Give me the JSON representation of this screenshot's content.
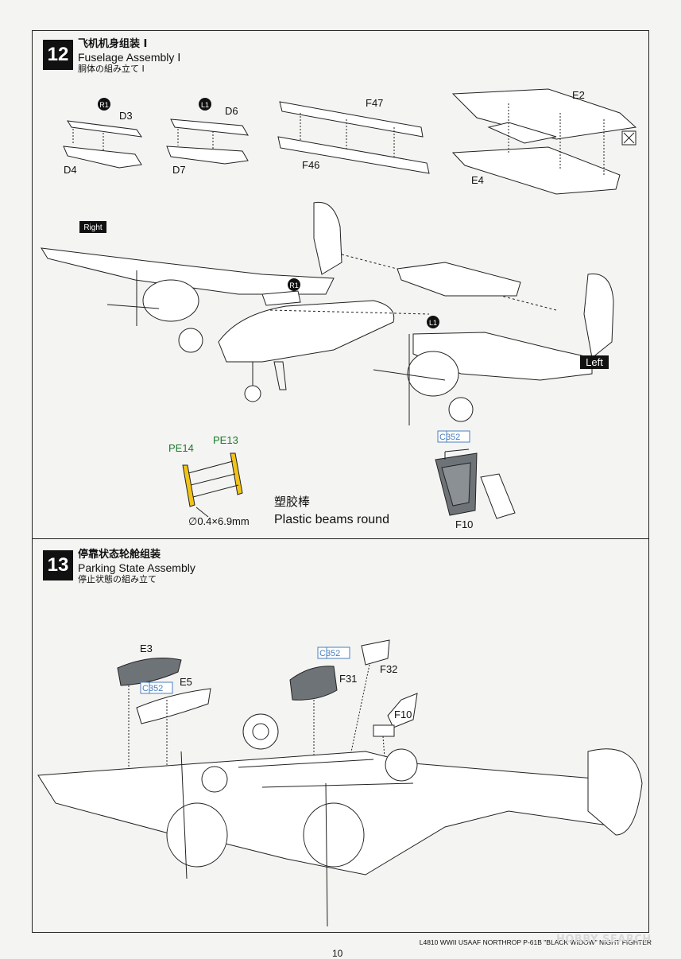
{
  "steps": [
    {
      "number": "12",
      "title_zh": "飞机机身组装 Ⅰ",
      "title_en": "Fuselage Assembly Ⅰ",
      "title_ja": "胴体の組み立て Ⅰ"
    },
    {
      "number": "13",
      "title_zh": "停靠状态轮舱组装",
      "title_en": "Parking State Assembly",
      "title_ja": "停止状態の組み立て"
    }
  ],
  "step12": {
    "parts": {
      "d3": "D3",
      "d4": "D4",
      "d6": "D6",
      "d7": "D7",
      "f47": "F47",
      "f46": "F46",
      "e2": "E2",
      "e4": "E4",
      "pe14": "PE14",
      "pe13": "PE13",
      "f10": "F10"
    },
    "markers": {
      "r1": "R1",
      "l1": "L1"
    },
    "side_right": "Right",
    "side_left": "Left",
    "color_code": "C352",
    "beam_size": "∅0.4×6.9mm",
    "beam_zh": "塑胶棒",
    "beam_en": "Plastic beams round"
  },
  "step13": {
    "parts": {
      "e3": "E3",
      "e5": "E5",
      "f31": "F31",
      "f32": "F32",
      "f10": "F10"
    },
    "color_code": "C352"
  },
  "footer": "L4810  WWII USAAF NORTHROP P-61B \"BLACK WIDOW\" NIGHT FIGHTER",
  "watermark": "HOBBY SEARCH",
  "page_number": "10",
  "colors": {
    "accent_blue": "#4a7fc0",
    "pe_yellow": "#f2c318",
    "pe_label_green": "#1a7a2a",
    "paint_gray": "#6e7378"
  }
}
